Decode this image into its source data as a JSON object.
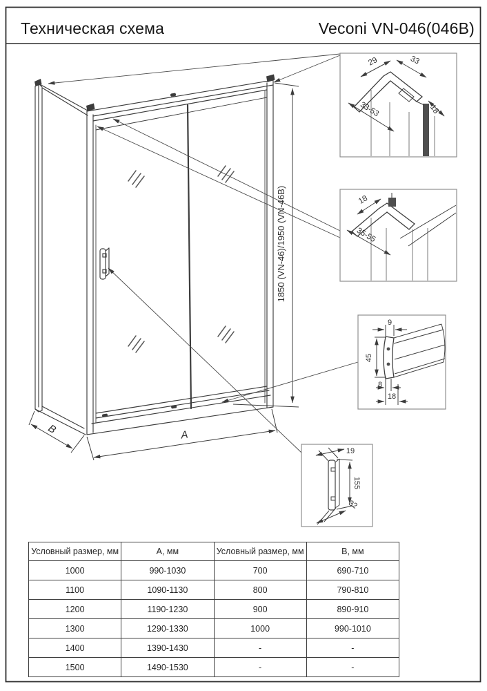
{
  "header": {
    "title_left": "Техническая схема",
    "title_right": "Veconi VN-046(046B)"
  },
  "drawing": {
    "height_label": "1850 (VN-46)/1950 (VN-46B)",
    "width_label": "A",
    "depth_label": "B"
  },
  "details": {
    "wall_profile": {
      "d29": "29",
      "d33": "33",
      "d3353": "33-53",
      "d18": "18"
    },
    "top_rail": {
      "d18": "18",
      "d3555": "35-55"
    },
    "bottom_guide": {
      "d9": "9",
      "d45": "45",
      "d8": "8",
      "d18": "18"
    },
    "handle": {
      "d19": "19",
      "d155": "155",
      "d32": "32"
    }
  },
  "table": {
    "headers": [
      "Условный размер, мм",
      "А, мм",
      "Условный размер, мм",
      "В, мм"
    ],
    "rows": [
      [
        "1000",
        "990-1030",
        "700",
        "690-710"
      ],
      [
        "1100",
        "1090-1130",
        "800",
        "790-810"
      ],
      [
        "1200",
        "1190-1230",
        "900",
        "890-910"
      ],
      [
        "1300",
        "1290-1330",
        "1000",
        "990-1010"
      ],
      [
        "1400",
        "1390-1430",
        "-",
        "-"
      ],
      [
        "1500",
        "1490-1530",
        "-",
        "-"
      ]
    ]
  },
  "colors": {
    "line": "#3c3c3c",
    "detail_border": "#8f8f8f",
    "page_border": "#2f2f2f",
    "background": "#ffffff"
  }
}
